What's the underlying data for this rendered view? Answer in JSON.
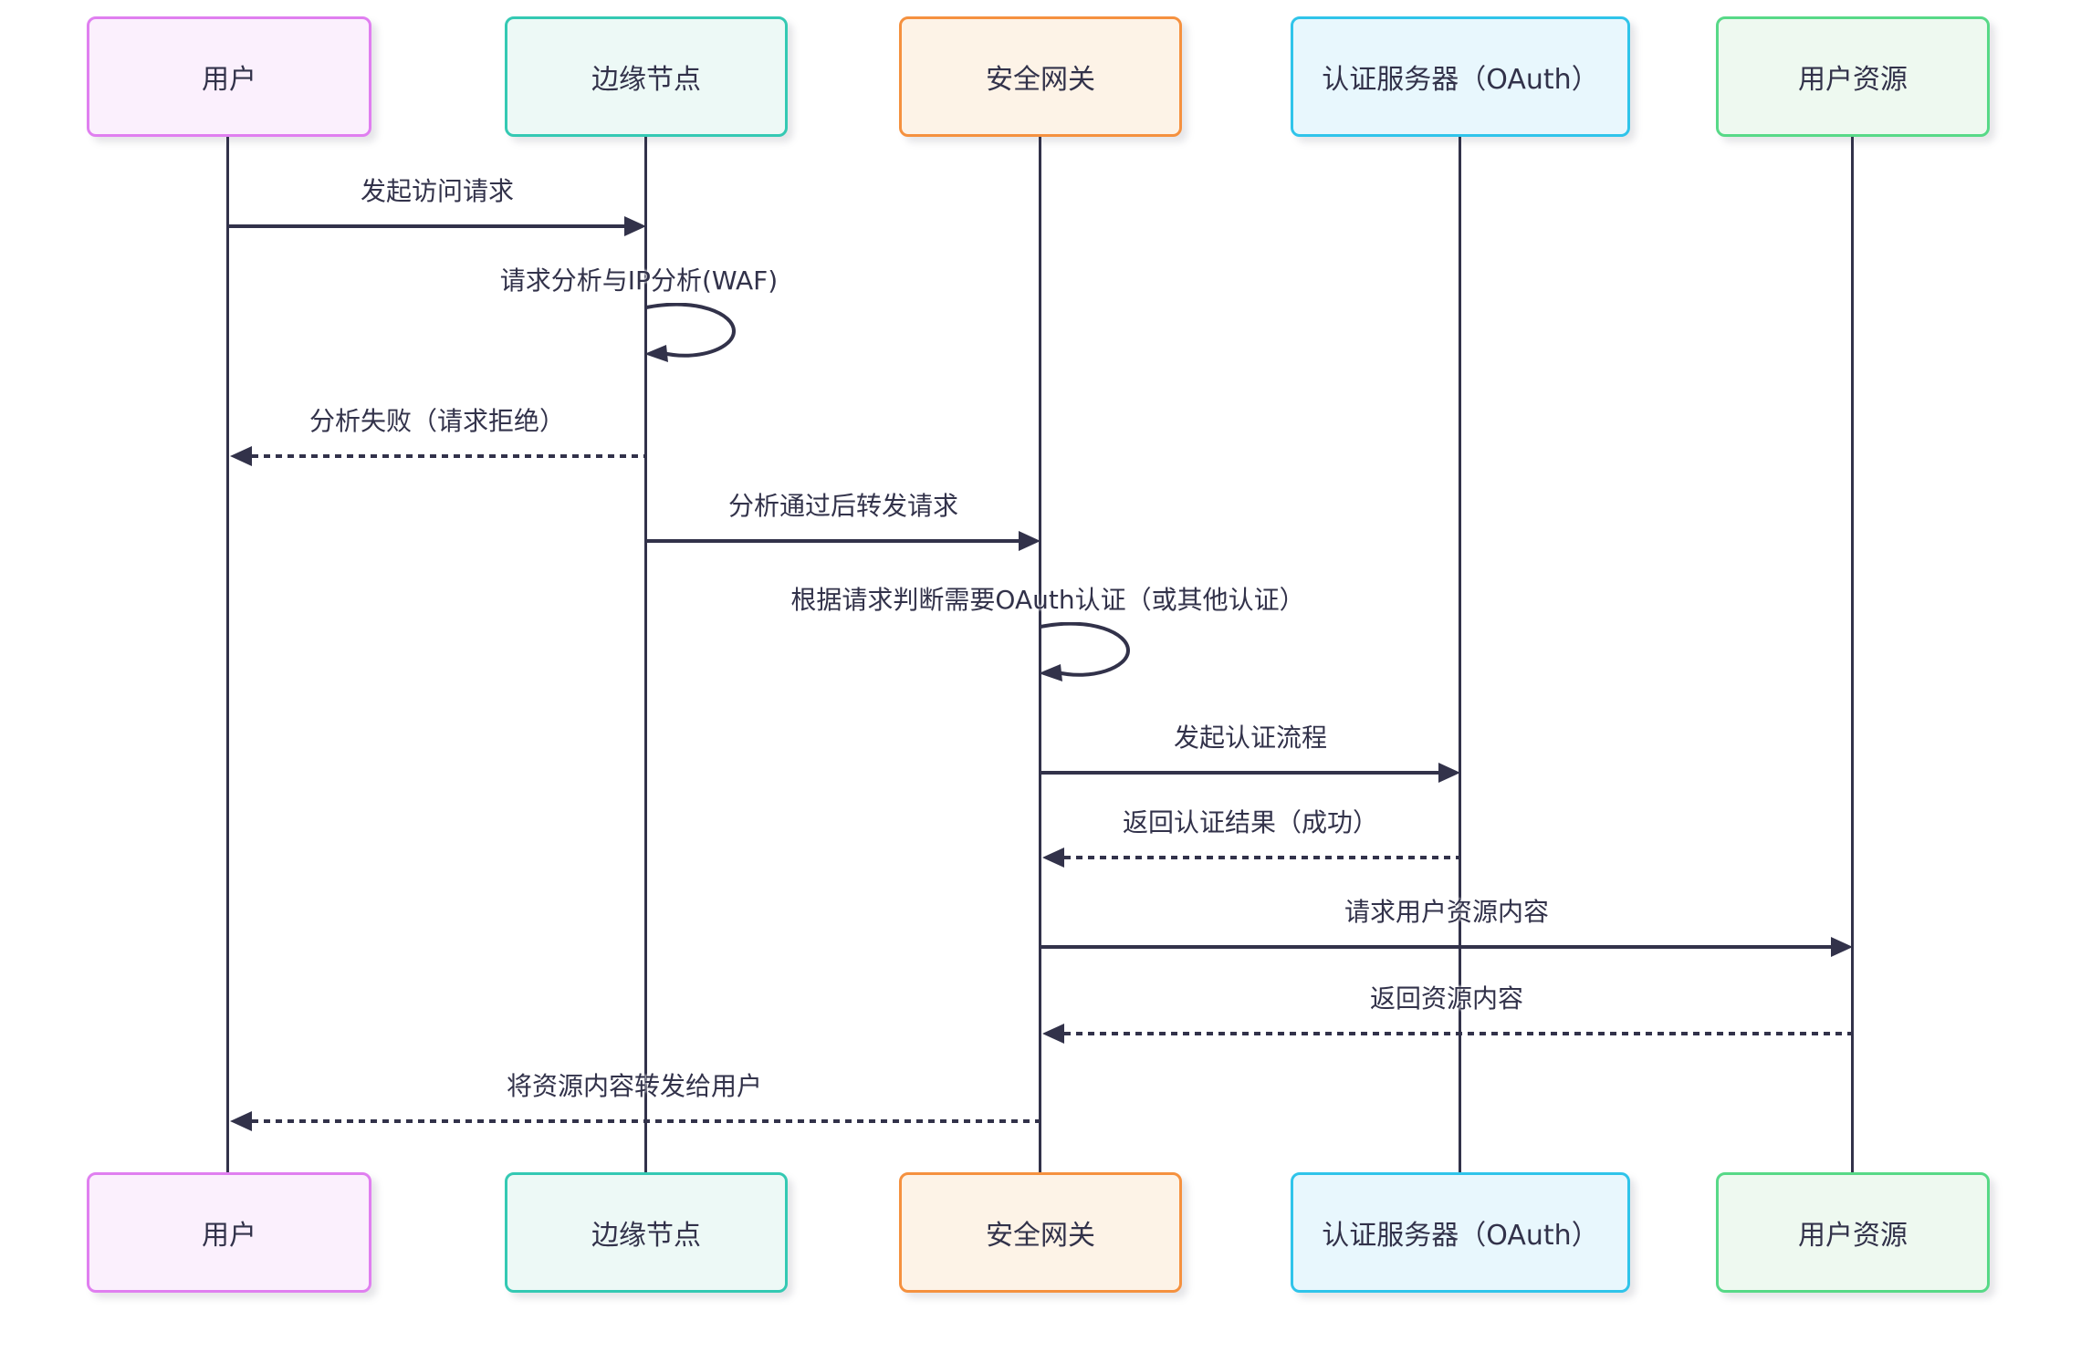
{
  "diagram": {
    "type": "sequence-diagram",
    "background": "#ffffff",
    "ink_color": "#32324a",
    "actors": [
      {
        "id": "user",
        "label": "用户",
        "border_color": "#e07ff0",
        "fill_color": "#fbf0fd"
      },
      {
        "id": "edge",
        "label": "边缘节点",
        "border_color": "#34c9b3",
        "fill_color": "#edf9f6"
      },
      {
        "id": "gateway",
        "label": "安全网关",
        "border_color": "#f5913f",
        "fill_color": "#fdf3e7"
      },
      {
        "id": "auth",
        "label": "认证服务器（OAuth）",
        "border_color": "#2fc4ea",
        "fill_color": "#e8f7fd"
      },
      {
        "id": "resource",
        "label": "用户资源",
        "border_color": "#57d987",
        "fill_color": "#eef9f0"
      }
    ],
    "messages": [
      {
        "from": "用户",
        "to": "边缘节点",
        "label": "发起访问请求",
        "line": "solid",
        "arrow": "right"
      },
      {
        "from": "边缘节点",
        "to": "边缘节点",
        "label": "请求分析与IP分析(WAF)",
        "line": "self",
        "arrow": "self"
      },
      {
        "from": "边缘节点",
        "to": "用户",
        "label": "分析失败（请求拒绝）",
        "line": "dashed",
        "arrow": "left"
      },
      {
        "from": "边缘节点",
        "to": "安全网关",
        "label": "分析通过后转发请求",
        "line": "solid",
        "arrow": "right"
      },
      {
        "from": "安全网关",
        "to": "安全网关",
        "label": "根据请求判断需要OAuth认证（或其他认证）",
        "line": "self",
        "arrow": "self"
      },
      {
        "from": "安全网关",
        "to": "认证服务器（OAuth）",
        "label": "发起认证流程",
        "line": "solid",
        "arrow": "right"
      },
      {
        "from": "认证服务器（OAuth）",
        "to": "安全网关",
        "label": "返回认证结果（成功）",
        "line": "dashed",
        "arrow": "left"
      },
      {
        "from": "安全网关",
        "to": "用户资源",
        "label": "请求用户资源内容",
        "line": "solid",
        "arrow": "right"
      },
      {
        "from": "用户资源",
        "to": "安全网关",
        "label": "返回资源内容",
        "line": "dashed",
        "arrow": "left"
      },
      {
        "from": "安全网关",
        "to": "用户",
        "label": "将资源内容转发给用户",
        "line": "dashed",
        "arrow": "left"
      }
    ]
  }
}
